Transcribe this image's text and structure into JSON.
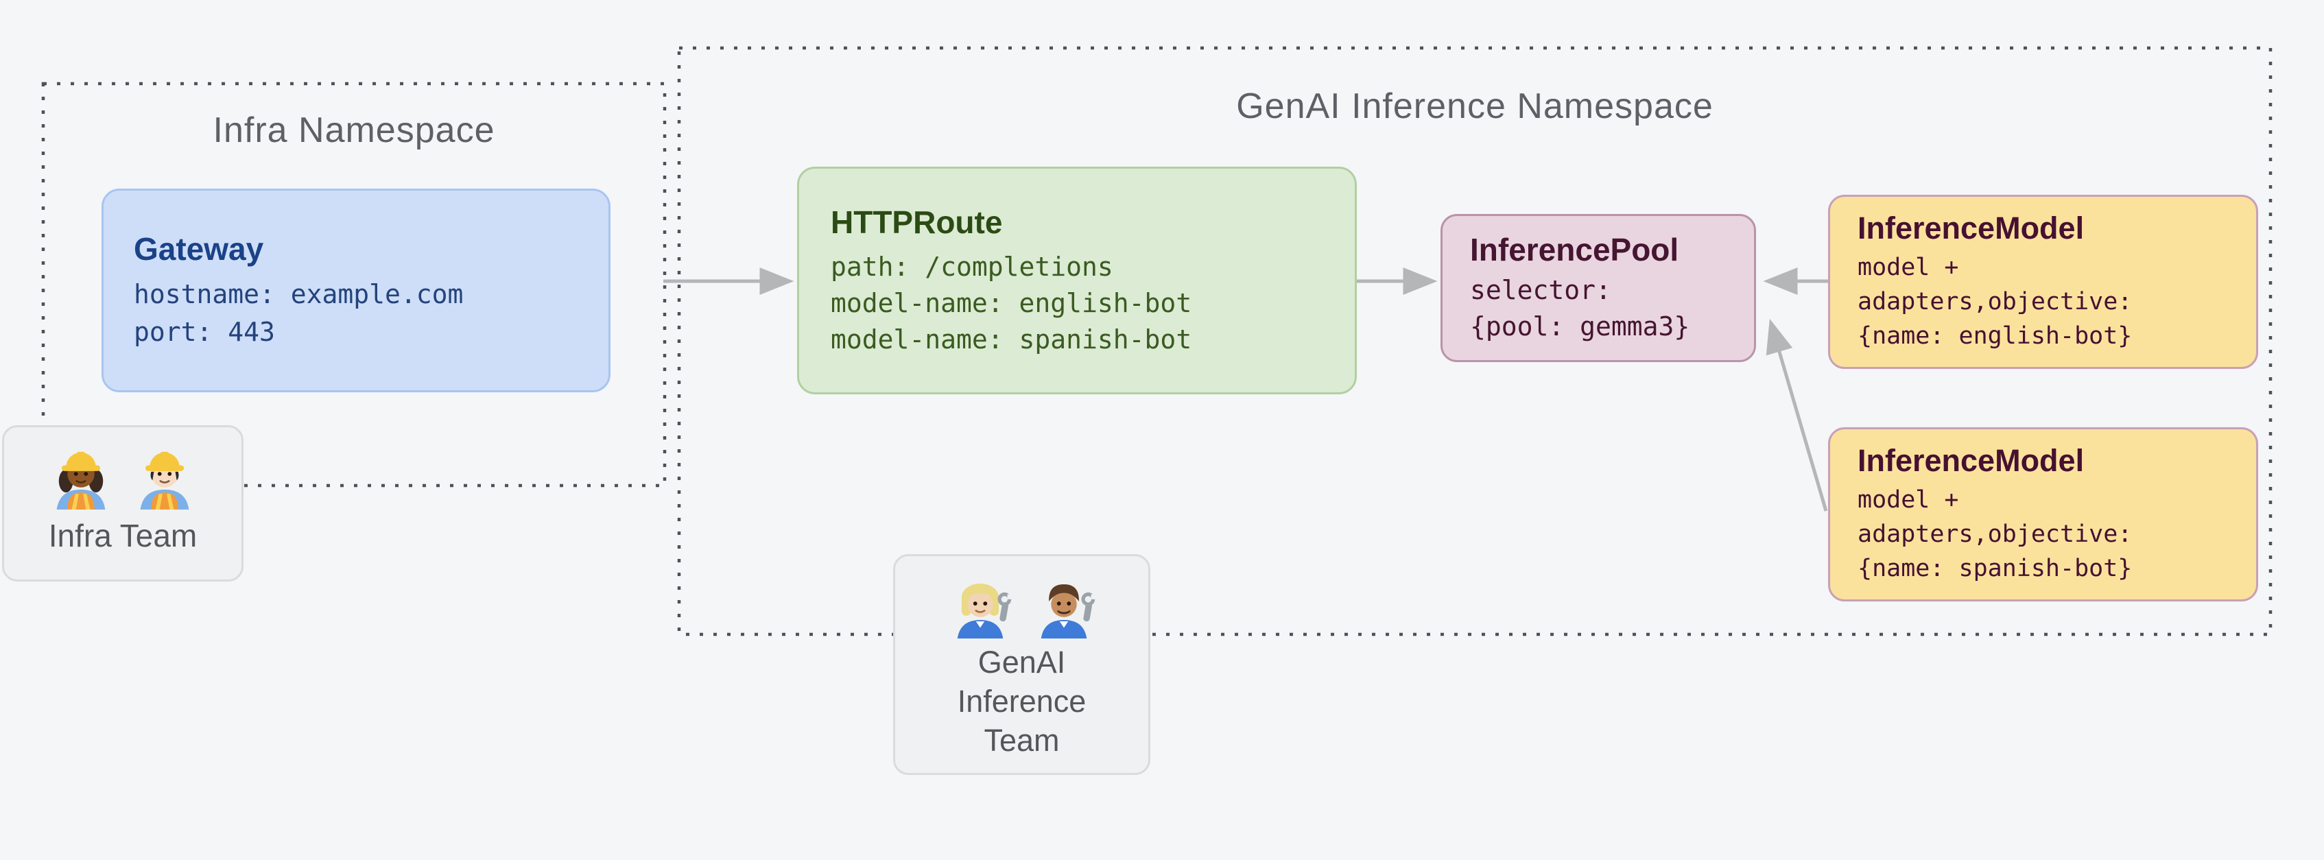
{
  "infra_namespace": {
    "title": "Infra Namespace",
    "gateway": {
      "title": "Gateway",
      "lines": [
        "hostname: example.com",
        "port: 443"
      ]
    }
  },
  "genai_namespace": {
    "title": "GenAI Inference Namespace",
    "httproute": {
      "title": "HTTPRoute",
      "lines": [
        "path: /completions",
        "model-name: english-bot",
        "model-name: spanish-bot"
      ]
    },
    "inference_pool": {
      "title": "InferencePool",
      "lines": [
        "selector:",
        "{pool: gemma3}"
      ]
    },
    "inference_model_english": {
      "title": "InferenceModel",
      "lines": [
        "model +",
        "adapters,objective:",
        "{name: english-bot}"
      ]
    },
    "inference_model_spanish": {
      "title": "InferenceModel",
      "lines": [
        "model +",
        "adapters,objective:",
        "{name: spanish-bot}"
      ]
    }
  },
  "teams": {
    "infra": {
      "label": "Infra Team",
      "icons": [
        {
          "name": "woman-construction-worker-emoji",
          "glyph": "👷🏾‍♀️"
        },
        {
          "name": "man-construction-worker-emoji",
          "glyph": "👷🏻"
        }
      ]
    },
    "genai": {
      "label_lines": [
        "GenAI",
        "Inference",
        "Team"
      ],
      "icons": [
        {
          "name": "woman-mechanic-emoji",
          "glyph": "👩🏼‍🔧"
        },
        {
          "name": "man-mechanic-emoji",
          "glyph": "👨🏽‍🔧"
        }
      ]
    }
  },
  "connections": [
    {
      "from": "gateway",
      "to": "httproute"
    },
    {
      "from": "httproute",
      "to": "inference-pool"
    },
    {
      "from": "inference-model-english",
      "to": "inference-pool"
    },
    {
      "from": "inference-model-spanish",
      "to": "inference-pool"
    }
  ],
  "colors": {
    "background": "#f4f6f8",
    "namespace_border": "#4e5256",
    "namespace_title": "#5d6165",
    "gateway_fill": "#cedef8",
    "gateway_border": "#a9c4f1",
    "gateway_text": "#1a4287",
    "httproute_fill": "#dcebd3",
    "httproute_border": "#b3cfa1",
    "httproute_text": "#2b4b14",
    "pool_fill": "#e9d5df",
    "pool_border": "#bb93a8",
    "pool_text": "#451531",
    "model_fill": "#fae29d",
    "model_border": "#c9a0b6",
    "model_text": "#471031",
    "team_fill": "#f0f1f2",
    "team_border": "#d9dbdc",
    "arrow": "#b4b6b8"
  }
}
